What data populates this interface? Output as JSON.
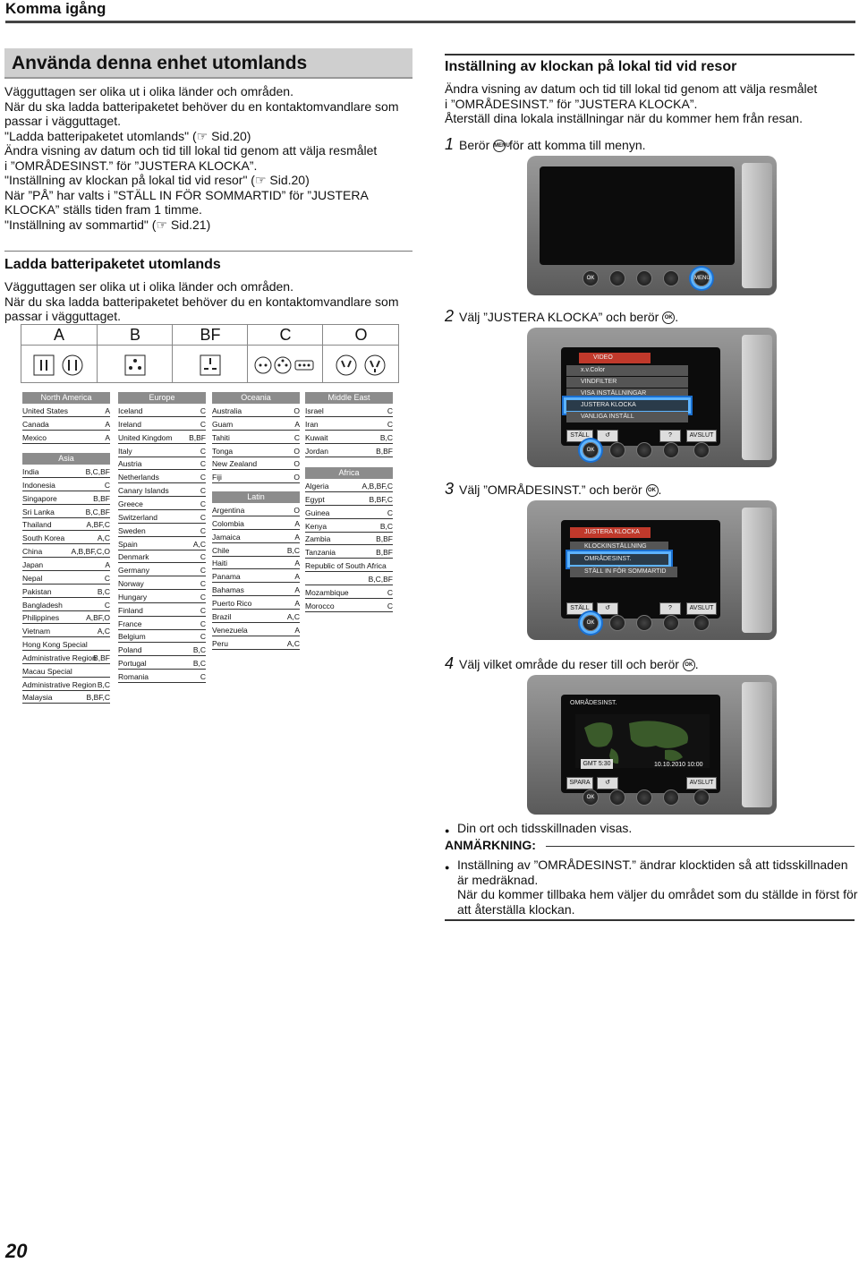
{
  "header": {
    "title": "Komma igång"
  },
  "left": {
    "title": "Använda denna enhet utomlands",
    "intro": [
      "Vägguttagen ser olika ut i olika länder och områden.",
      "När du ska ladda batteripaketet behöver du en kontaktomvandlare som",
      "passar i vägguttaget.",
      "\"Ladda batteripaketet utomlands\"  (☞ Sid.20)",
      "Ändra visning av datum och tid till lokal tid genom att välja resmålet",
      "i ”OMRÅDESINST.” för ”JUSTERA KLOCKA”.",
      "\"Inställning av klockan på lokal tid vid resor\"  (☞ Sid.20)",
      "När ”PÅ” har valts i ”STÄLL IN FÖR SOMMARTID” för ”JUSTERA",
      "KLOCKA” ställs tiden fram 1 timme.",
      "\"Inställning av sommartid\"  (☞ Sid.21)"
    ],
    "sub_title": "Ladda batteripaketet utomlands",
    "sub_text": [
      "Vägguttagen ser olika ut i olika länder och områden.",
      "När du ska ladda batteripaketet behöver du en kontaktomvandlare som",
      "passar i vägguttaget."
    ],
    "plug_types": [
      "A",
      "B",
      "BF",
      "C",
      "O"
    ],
    "regions": [
      {
        "name": "North America",
        "rows": [
          [
            "United States",
            "A"
          ],
          [
            "Canada",
            "A"
          ],
          [
            "Mexico",
            "A"
          ]
        ]
      },
      {
        "name": "Asia",
        "rows": [
          [
            "India",
            "B,C,BF"
          ],
          [
            "Indonesia",
            "C"
          ],
          [
            "Singapore",
            "B,BF"
          ],
          [
            "Sri Lanka",
            "B,C,BF"
          ],
          [
            "Thailand",
            "A,BF,C"
          ],
          [
            "South Korea",
            "A,C"
          ],
          [
            "China",
            "A,B,BF,C,O"
          ],
          [
            "Japan",
            "A"
          ],
          [
            "Nepal",
            "C"
          ],
          [
            "Pakistan",
            "B,C"
          ],
          [
            "Bangladesh",
            "C"
          ],
          [
            "Philippines",
            "A,BF,O"
          ],
          [
            "Vietnam",
            "A,C"
          ],
          [
            "Hong Kong Special",
            ""
          ],
          [
            "Administrative Region",
            "B,BF"
          ],
          [
            "Macau Special",
            ""
          ],
          [
            "Administrative Region",
            "B,C"
          ],
          [
            "Malaysia",
            "B,BF,C"
          ]
        ]
      },
      {
        "name": "Europe",
        "rows": [
          [
            "Iceland",
            "C"
          ],
          [
            "Ireland",
            "C"
          ],
          [
            "United Kingdom",
            "B,BF"
          ],
          [
            "Italy",
            "C"
          ],
          [
            "Austria",
            "C"
          ],
          [
            "Netherlands",
            "C"
          ],
          [
            "Canary Islands",
            "C"
          ],
          [
            "Greece",
            "C"
          ],
          [
            "Switzerland",
            "C"
          ],
          [
            "Sweden",
            "C"
          ],
          [
            "Spain",
            "A,C"
          ],
          [
            "Denmark",
            "C"
          ],
          [
            "Germany",
            "C"
          ],
          [
            "Norway",
            "C"
          ],
          [
            "Hungary",
            "C"
          ],
          [
            "Finland",
            "C"
          ],
          [
            "France",
            "C"
          ],
          [
            "Belgium",
            "C"
          ],
          [
            "Poland",
            "B,C"
          ],
          [
            "Portugal",
            "B,C"
          ],
          [
            "Romania",
            "C"
          ]
        ]
      },
      {
        "name": "Oceania",
        "rows": [
          [
            "Australia",
            "O"
          ],
          [
            "Guam",
            "A"
          ],
          [
            "Tahiti",
            "C"
          ],
          [
            "Tonga",
            "O"
          ],
          [
            "New Zealand",
            "O"
          ],
          [
            "Fiji",
            "O"
          ]
        ]
      },
      {
        "name": "Latin",
        "rows": [
          [
            "Argentina",
            "O"
          ],
          [
            "Colombia",
            "A"
          ],
          [
            "Jamaica",
            "A"
          ],
          [
            "Chile",
            "B,C"
          ],
          [
            "Haiti",
            "A"
          ],
          [
            "Panama",
            "A"
          ],
          [
            "Bahamas",
            "A"
          ],
          [
            "Puerto Rico",
            "A"
          ],
          [
            "Brazil",
            "A,C"
          ],
          [
            "Venezuela",
            "A"
          ],
          [
            "Peru",
            "A,C"
          ]
        ]
      },
      {
        "name": "Middle East",
        "rows": [
          [
            "Israel",
            "C"
          ],
          [
            "Iran",
            "C"
          ],
          [
            "Kuwait",
            "B,C"
          ],
          [
            "Jordan",
            "B,BF"
          ]
        ]
      },
      {
        "name": "Africa",
        "rows": [
          [
            "Algeria",
            "A,B,BF,C"
          ],
          [
            "Egypt",
            "B,BF,C"
          ],
          [
            "Guinea",
            "C"
          ],
          [
            "Kenya",
            "B,C"
          ],
          [
            "Zambia",
            "B,BF"
          ],
          [
            "Tanzania",
            "B,BF"
          ],
          [
            "Republic of South Africa",
            ""
          ],
          [
            "",
            "B,C,BF"
          ],
          [
            "Mozambique",
            "C"
          ],
          [
            "Morocco",
            "C"
          ]
        ]
      }
    ]
  },
  "right": {
    "title": "Inställning av klockan på lokal tid vid resor",
    "intro": [
      "Ändra visning av datum och tid till lokal tid genom att välja resmålet",
      "i ”OMRÅDESINST.” för ”JUSTERA KLOCKA”.",
      "Återställ dina lokala inställningar när du kommer hem från resan."
    ],
    "steps": [
      {
        "n": "1",
        "pre": "Berör",
        "post": "för att komma till menyn."
      },
      {
        "n": "2",
        "pre": "Välj ”JUSTERA KLOCKA” och berör",
        "post": "."
      },
      {
        "n": "3",
        "pre": "Välj ”OMRÅDESINST.” och berör",
        "post": "."
      },
      {
        "n": "4",
        "pre": "Välj vilket område du reser till och berör",
        "post": "."
      }
    ],
    "ok_label": "OK",
    "menu_label": "MENU",
    "screen2": {
      "tab": "VIDEO",
      "items": [
        "x.v.Color",
        "VINDFILTER",
        "VISA INSTÄLLNINGAR",
        "JUSTERA KLOCKA",
        "VANLIGA INSTÄLL"
      ],
      "softkeys": [
        "STÄLL",
        "↺",
        "?",
        "AVSLUT"
      ]
    },
    "screen3": {
      "tab": "JUSTERA KLOCKA",
      "items": [
        "KLOCKINSTÄLLNING",
        "OMRÅDESINST.",
        "STÄLL IN FÖR SOMMARTID"
      ],
      "softkeys": [
        "STÄLL",
        "↺",
        "?",
        "AVSLUT"
      ]
    },
    "screen4": {
      "tab": "OMRÅDESINST.",
      "gmt": "GMT",
      "offset": "5:30",
      "datetime": "10.10.2010 10:00",
      "softkeys": [
        "SPARA",
        "↺",
        "AVSLUT"
      ]
    },
    "bullet": "Din ort och tidsskillnaden visas.",
    "note_title": "ANMÄRKNING:",
    "note_text": [
      "Inställning av ”OMRÅDESINST.” ändrar klocktiden så att tidsskillnaden",
      "är medräknad.",
      "När du kommer tillbaka hem väljer du området som du ställde in först för",
      "att återställa klockan."
    ]
  },
  "page_number": "20"
}
